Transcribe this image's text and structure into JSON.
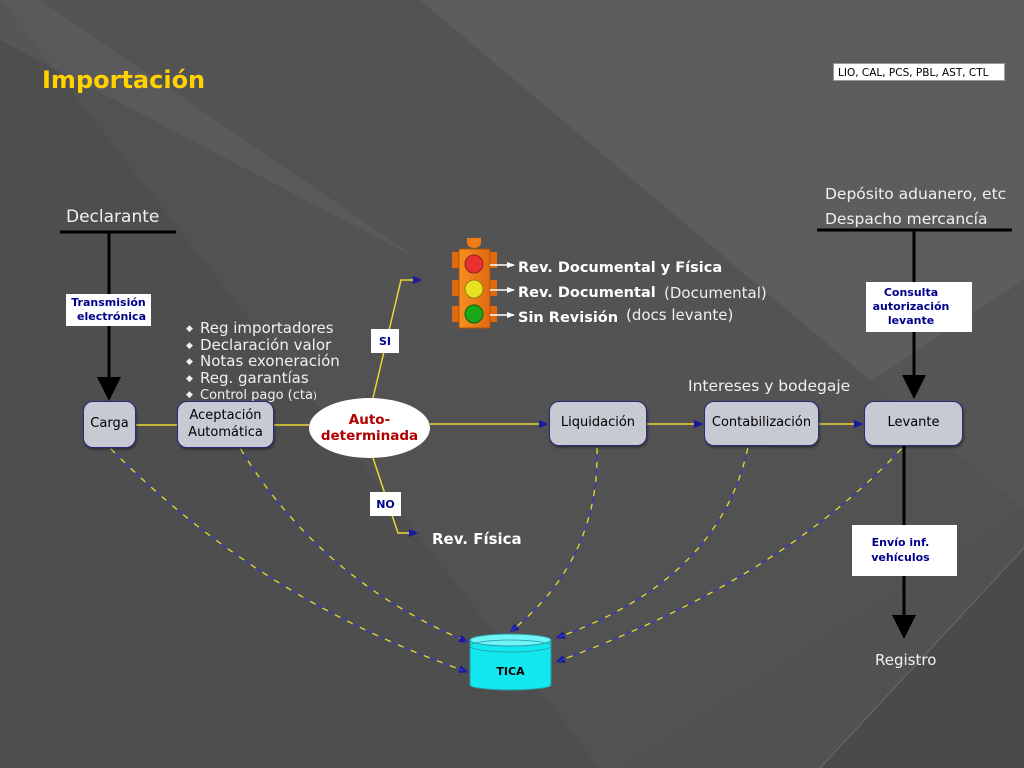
{
  "title": "Importación",
  "codes_box": "LIO, CAL, PCS, PBL, AST, CTL",
  "declarante": "Declarante",
  "deposito": "Depósito aduanero, etc",
  "despacho": "Despacho mercancía",
  "transmision": [
    "Transmisión",
    "electrónica"
  ],
  "consulta": [
    "Consulta",
    "autorización",
    "levante"
  ],
  "envio": [
    "Envío inf.",
    "vehículos"
  ],
  "bullets": [
    "Reg importadores",
    "Declaración valor",
    "Notas exoneración",
    "Reg. garantías"
  ],
  "bullet_last": {
    "main": "Control pago (cta",
    "end": ")"
  },
  "nodes": {
    "carga": "Carga",
    "aceptacion": [
      "Aceptación",
      "Automática"
    ],
    "auto": [
      "Auto-",
      "determinada"
    ],
    "liquidacion": "Liquidación",
    "contabilizacion": "Contabilización",
    "levante": "Levante"
  },
  "si": "SI",
  "no": "NO",
  "traffic_light": {
    "red": "Rev. Documental y Física",
    "yellow": "Rev. Documental",
    "yellow_paren": "(Documental)",
    "green": "Sin Revisión",
    "green_paren": "(docs levante)",
    "colors": {
      "red": "#e83030",
      "yellow": "#e8e020",
      "green": "#18a818",
      "housing": "#f07a18"
    }
  },
  "rev_fisica": "Rev. Física",
  "intereses": "Intereses y bodegaje",
  "registro": "Registro",
  "tica": "TICA"
}
